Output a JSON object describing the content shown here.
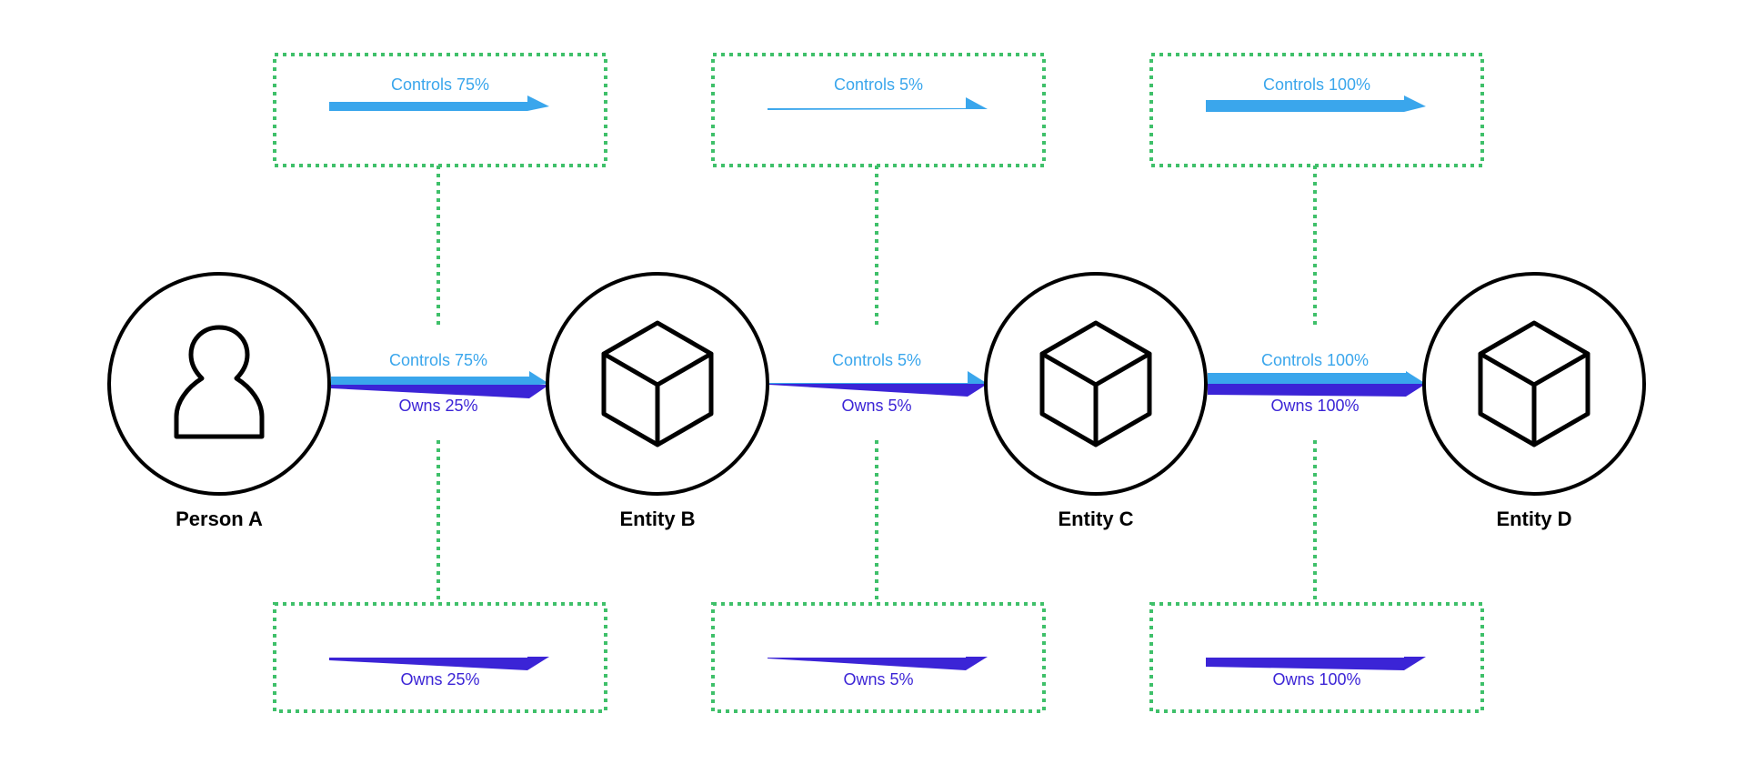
{
  "colors": {
    "control": "#3aa6ec",
    "own": "#3b24d6",
    "box": "#3fc06a",
    "node": "#000000"
  },
  "nodes": [
    {
      "label": "Person A",
      "icon": "person-icon"
    },
    {
      "label": "Entity B",
      "icon": "cube-icon"
    },
    {
      "label": "Entity C",
      "icon": "cube-icon"
    },
    {
      "label": "Entity D",
      "icon": "cube-icon"
    }
  ],
  "edges": [
    {
      "control_label": "Controls 75%",
      "own_label": "Owns 25%",
      "control_pct": 75,
      "own_pct": 25
    },
    {
      "control_label": "Controls 5%",
      "own_label": "Owns 5%",
      "control_pct": 5,
      "own_pct": 5
    },
    {
      "control_label": "Controls 100%",
      "own_label": "Owns 100%",
      "control_pct": 100,
      "own_pct": 100
    }
  ]
}
